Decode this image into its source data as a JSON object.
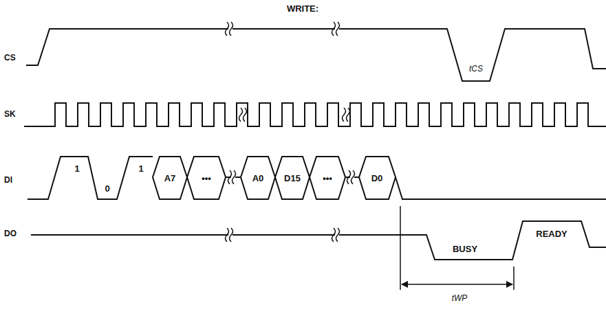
{
  "diagram": {
    "title": "WRITE:",
    "labels": [
      "CS",
      "SK",
      "DI",
      "DO",
      "tCS",
      "1",
      "0",
      "1",
      "A7",
      "•••",
      "A0",
      "D15",
      "•••",
      "D0",
      "BUSY",
      "READY",
      "tWP"
    ]
  }
}
